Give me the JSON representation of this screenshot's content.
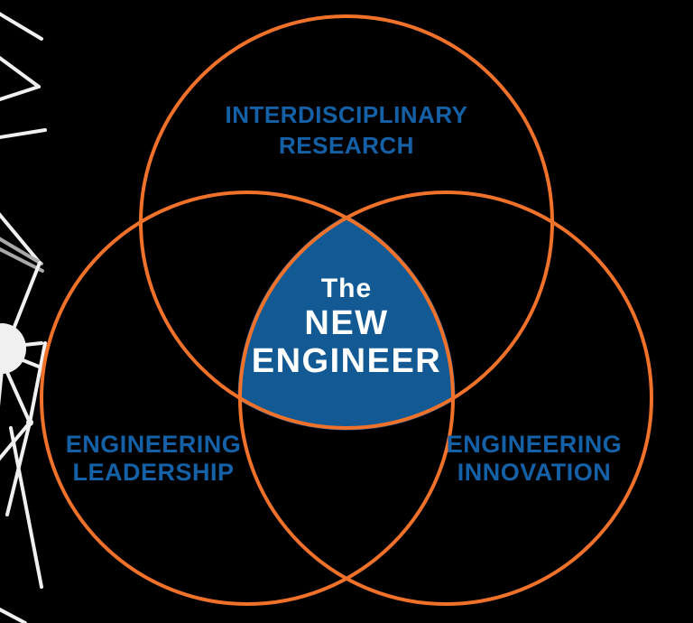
{
  "page": {
    "background_color": "#000000"
  },
  "venn": {
    "circle_stroke_color": "#F0722A",
    "label_text_color": "#1561A8",
    "circles": [
      {
        "id": "interdisciplinary-research",
        "position": "top",
        "label_line1": "INTERDISCIPLINARY",
        "label_line2": "RESEARCH"
      },
      {
        "id": "engineering-leadership",
        "position": "bottom-left",
        "label_line1": "ENGINEERING",
        "label_line2": "LEADERSHIP"
      },
      {
        "id": "engineering-innovation",
        "position": "bottom-right",
        "label_line1": "ENGINEERING",
        "label_line2": "INNOVATION"
      }
    ],
    "center_badge": {
      "line1": "The",
      "line2": "NEW",
      "line3": "ENGINEER",
      "fill_color": "#135A94",
      "text_color": "#FFFFFF"
    }
  },
  "decoration": {
    "name": "network-lines-graphic",
    "line_color": "#F0F0F0",
    "secondary_line_color": "#A9A9A9"
  }
}
